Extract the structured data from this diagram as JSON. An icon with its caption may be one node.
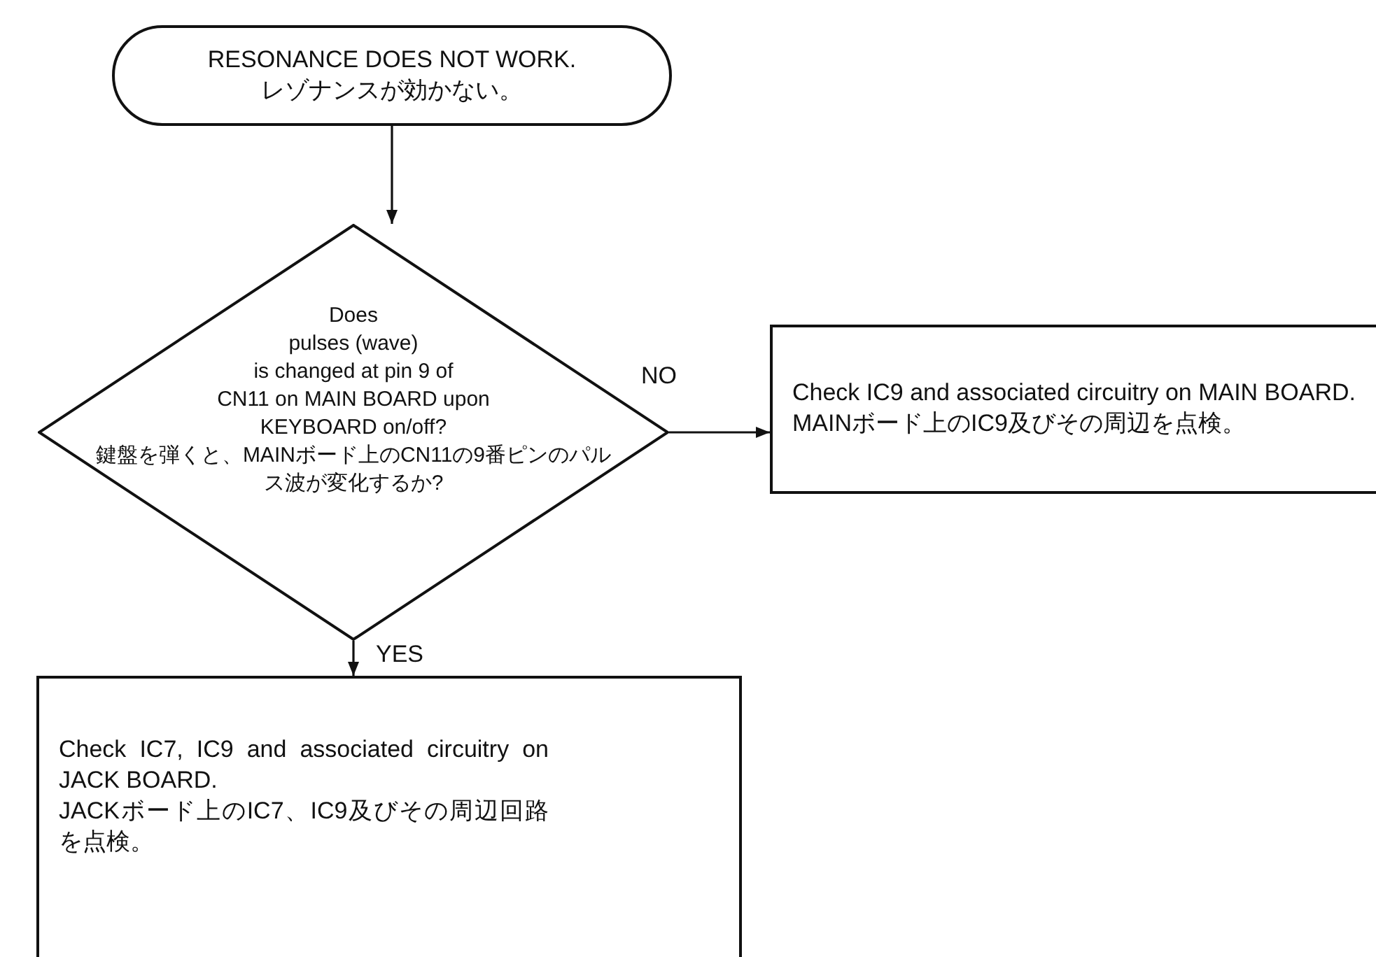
{
  "diagram": {
    "nodes": [
      {
        "text": [
          "RESONANCE DOES NOT WORK.",
          "レゾナンスが効かない。"
        ]
      },
      {
        "text": [
          "Does pulses (wave) is changed at pin 9 of CN11 on MAIN BOARD upon KEYBOARD on/off?",
          "鍵盤を弾くと、MAINボード上のCN11の9番ピンのパルス波が変化するか?"
        ]
      },
      {
        "text": [
          "Check IC9 and associated circuitry on MAIN BOARD.",
          "MAINボード上のIC9及びその周辺を点検。"
        ]
      },
      {
        "text": [
          "Check IC7, IC9 and associated circuitry on JACK BOARD.",
          "JACKボード上のIC7、IC9及びその周辺回路を点検。"
        ]
      }
    ],
    "edges": [
      {
        "from": 0,
        "to": 1,
        "arrow": "to"
      },
      {
        "from": 1,
        "to": 2,
        "arrow": "to",
        "label": "NO"
      },
      {
        "from": 1,
        "to": 3,
        "arrow": "to",
        "label": "YES"
      }
    ]
  }
}
